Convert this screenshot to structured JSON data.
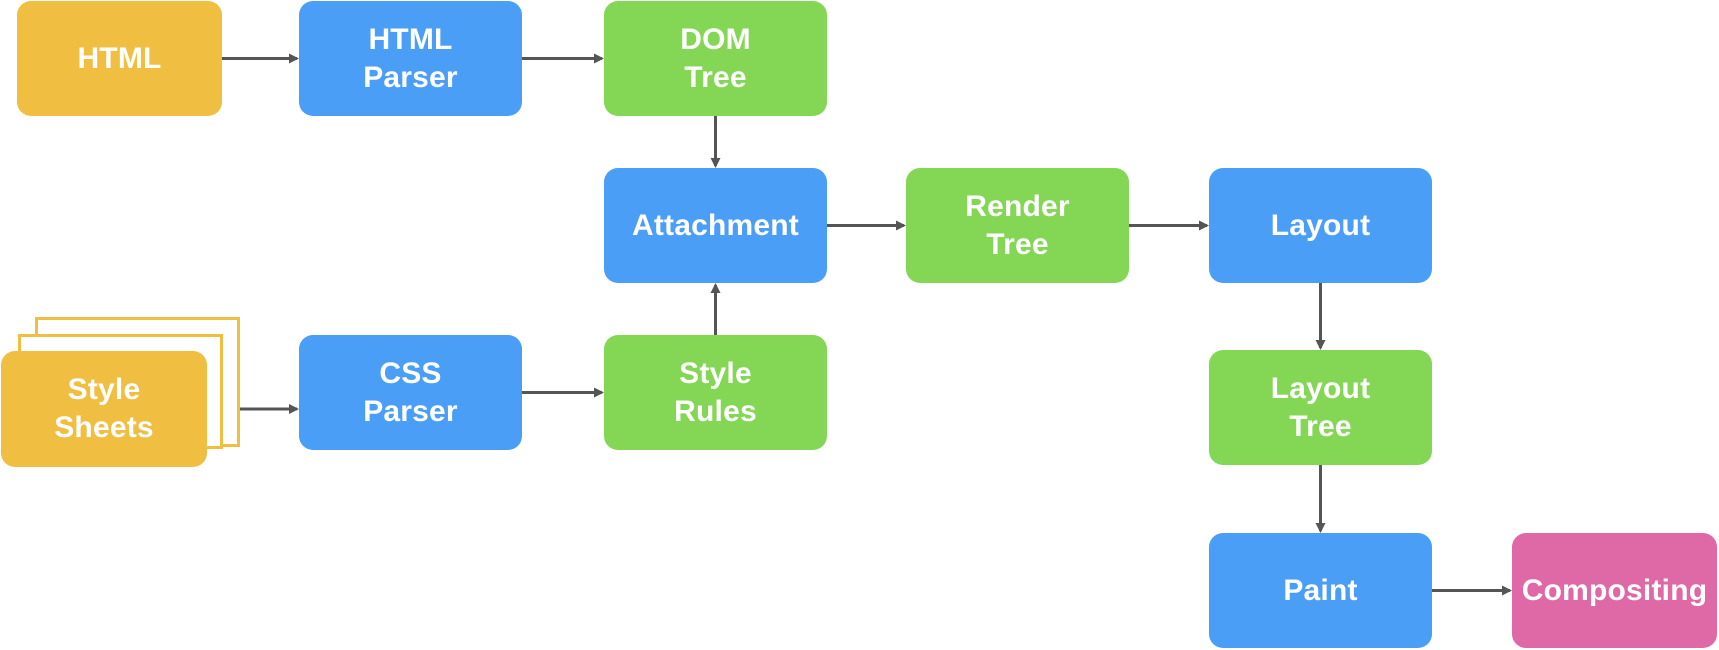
{
  "diagram": {
    "nodes": {
      "html": {
        "label": "HTML",
        "color": "#F0BE40"
      },
      "html_parser": {
        "label": "HTML\nParser",
        "color": "#4A9EF6"
      },
      "dom_tree": {
        "label": "DOM\nTree",
        "color": "#84D655"
      },
      "attachment": {
        "label": "Attachment",
        "color": "#4A9EF6"
      },
      "render_tree": {
        "label": "Render\nTree",
        "color": "#84D655"
      },
      "layout": {
        "label": "Layout",
        "color": "#4A9EF6"
      },
      "style_sheets": {
        "label": "Style\nSheets",
        "color": "#F0BE40"
      },
      "css_parser": {
        "label": "CSS\nParser",
        "color": "#4A9EF6"
      },
      "style_rules": {
        "label": "Style\nRules",
        "color": "#84D655"
      },
      "layout_tree": {
        "label": "Layout\nTree",
        "color": "#84D655"
      },
      "paint": {
        "label": "Paint",
        "color": "#4A9EF6"
      },
      "compositing": {
        "label": "Compositing",
        "color": "#DE69A6"
      }
    },
    "edges": [
      {
        "from": "html",
        "to": "html_parser"
      },
      {
        "from": "html_parser",
        "to": "dom_tree"
      },
      {
        "from": "dom_tree",
        "to": "attachment"
      },
      {
        "from": "style_sheets",
        "to": "css_parser"
      },
      {
        "from": "css_parser",
        "to": "style_rules"
      },
      {
        "from": "style_rules",
        "to": "attachment"
      },
      {
        "from": "attachment",
        "to": "render_tree"
      },
      {
        "from": "render_tree",
        "to": "layout"
      },
      {
        "from": "layout",
        "to": "layout_tree"
      },
      {
        "from": "layout_tree",
        "to": "paint"
      },
      {
        "from": "paint",
        "to": "compositing"
      }
    ],
    "arrow_color": "#555555"
  }
}
